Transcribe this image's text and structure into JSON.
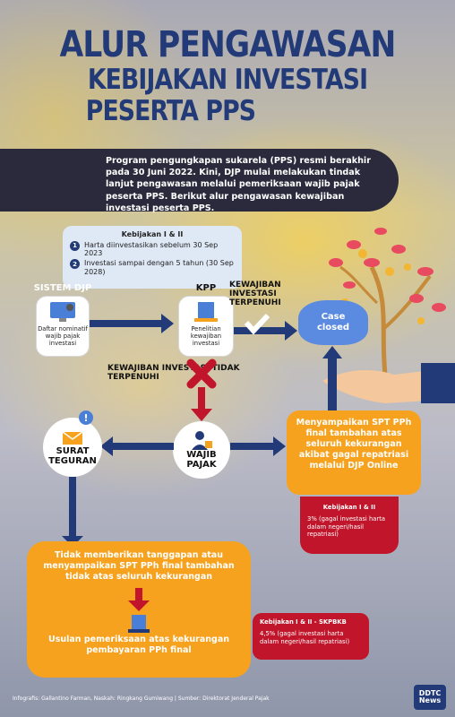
{
  "title": {
    "line1": "ALUR PENGAWASAN",
    "line2": "KEBIJAKAN INVESTASI",
    "line3": "PESERTA PPS"
  },
  "intro": "Program pengungkapan sukarela (PPS) resmi berakhir pada 30 Juni 2022. Kini, DJP mulai melakukan tindak lanjut pengawasan melalui pemeriksaan wajib pajak peserta PPS. Berikut alur pengawasan kewajiban investasi peserta PPS.",
  "kebijakan_box": {
    "title": "Kebijakan I & II",
    "items": [
      {
        "num": "1",
        "text": "Harta diinvestasikan sebelum 30 Sep 2023"
      },
      {
        "num": "2",
        "text": "Investasi sampai dengan 5 tahun (30 Sep 2028)"
      }
    ]
  },
  "sistem_djp": {
    "label": "SISTEM DJP",
    "card": "Daftar nominatif wajib pajak investasi"
  },
  "kpp": {
    "label": "KPP",
    "card": "Penelitian kewajiban investasi"
  },
  "kewajiban_terpenuhi": "KEWAJIBAN INVESTASI TERPENUHI",
  "case_closed": "Case closed",
  "kewajiban_tidak": "KEWAJIBAN INVESTASI TIDAK TERPENUHI",
  "wajib_pajak": "WAJIB PAJAK",
  "surat_teguran": "SURAT TEGURAN",
  "spt_box": "Menyampaikan SPT PPh final tambahan atas seluruh kekurangan akibat gagal repatriasi melalui DJP Online",
  "red1": {
    "title": "Kebijakan I & II",
    "text": "3% (gagal investasi harta dalam negeri/hasil repatriasi)"
  },
  "bottom_box": {
    "top": "Tidak memberikan tanggapan atau menyampaikan SPT PPh final tambahan tidak atas seluruh kekurangan",
    "bottom": "Usulan pemeriksaan atas kekurangan pembayaran PPh final"
  },
  "red2": {
    "title": "Kebijakan I & II - SKPBKB",
    "text": "4,5% (gagal investasi harta dalam negeri/hasil repatriasi)"
  },
  "footer": "Infografis: Gallantino Farman, Naskah: Ringkang Gumiwang | Sumber: Direktorat Jenderal Pajak",
  "logo": "DDTC News",
  "colors": {
    "navy": "#223a78",
    "orange": "#f6a21e",
    "red": "#c0152a",
    "dark": "#2a2a3c"
  }
}
